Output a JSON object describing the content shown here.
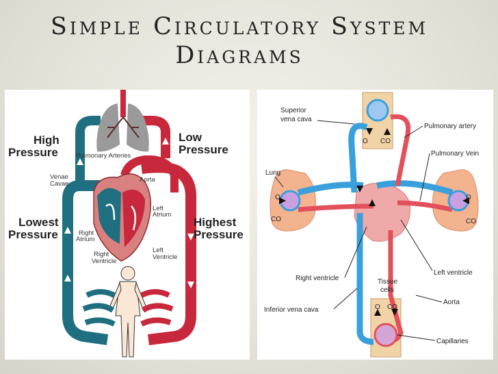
{
  "title": {
    "line1": "Simple Circulatory System",
    "line2": "Diagrams"
  },
  "left_diagram": {
    "high_pressure": [
      "High",
      "Pressure"
    ],
    "low_pressure": [
      "Low",
      "Pressure"
    ],
    "lowest_pressure": [
      "Lowest",
      "Pressure"
    ],
    "highest_pressure": [
      "Highest",
      "Pressure"
    ],
    "pulmonary_arteries": "Pulmonary Arteries",
    "venae_cavae": [
      "Venae",
      "Cavae"
    ],
    "aorta": "Aorta",
    "left_atrium": [
      "Left",
      "Atrium"
    ],
    "right_atrium": [
      "Right",
      "Atrium"
    ],
    "right_ventricle": [
      "Right",
      "Ventricle"
    ],
    "left_ventricle": [
      "Left",
      "Ventricle"
    ]
  },
  "right_diagram": {
    "superior_vena_cava": [
      "Superior",
      "vena cava"
    ],
    "pulmonary_artery": "Pulmonary artery",
    "pulmonary_vein": "Pulmonary Vein",
    "lung": "Lung",
    "o2": "O",
    "co2": "CO",
    "right_ventricle": "Right ventricle",
    "left_ventricle": "Left ventricle",
    "tissue_cells": [
      "Tissue",
      "cells"
    ],
    "inferior_vena_cava": "Inferior vena cava",
    "aorta": "Aorta",
    "capillaries": "Capillaries"
  },
  "colors": {
    "oxygenated": "#c8283c",
    "deoxygenated": "#1f6f80",
    "right_blue": "#3aa0dc",
    "right_red": "#e2505c"
  }
}
